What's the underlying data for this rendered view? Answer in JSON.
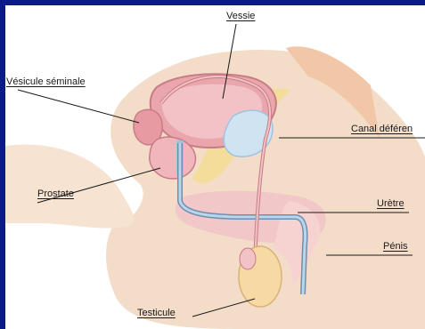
{
  "labels": {
    "vessie": "Vessie",
    "vesicule_seminale": "Vésicule séminale",
    "canal_deferent": "Canal déféren",
    "prostate": "Prostate",
    "uretre": "Urètre",
    "penis": "Pénis",
    "testicule": "Testicule"
  },
  "colors": {
    "frame": "#0a1a8c",
    "skin": "#f3dcc8",
    "bladder": "#e9a7ad",
    "duct": "#9fc4df",
    "gland": "#f0b6bb",
    "testis": "#f7d9a4"
  }
}
